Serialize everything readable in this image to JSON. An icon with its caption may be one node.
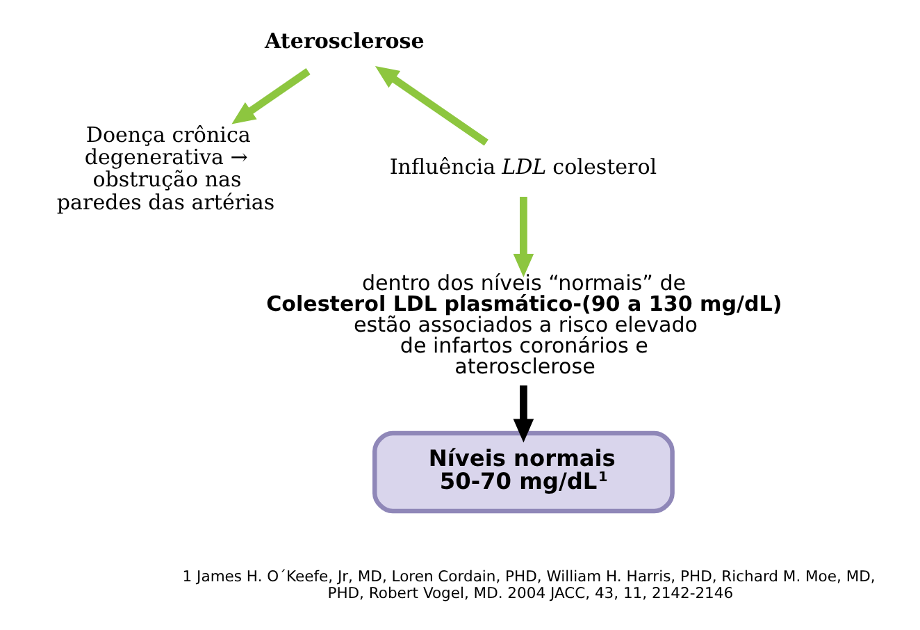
{
  "diagram": {
    "nodes": [
      {
        "text": [
          "Aterosclerose"
        ]
      },
      {
        "text": [
          "Doença crônica degenerativa → obstrução nas paredes das artérias"
        ]
      },
      {
        "text": [
          "Influência *LDL* colesterol"
        ]
      },
      {
        "text": [
          "dentro dos níveis “normais” de **Colesterol LDL plasmático-(90 a 130 mg/dL)** estão associados a risco elevado de infartos coronários e aterosclerose"
        ]
      },
      {
        "text": [
          "Níveis normais 50-70 mg/dL$^{1}$"
        ]
      }
    ],
    "edges": [
      {
        "from": 0,
        "to": 1,
        "arrow": "to"
      },
      {
        "from": 2,
        "to": 0,
        "arrow": "to"
      },
      {
        "from": 2,
        "to": 3,
        "arrow": "to"
      },
      {
        "from": 3,
        "to": 4,
        "arrow": "to",
        "color": "#000000"
      }
    ],
    "labels": [
      "1 James H. O´Keefe, Jr, MD, Loren Cordain, PHD, William H. Harris, PHD, Richard M. Moe, MD, PHD, Robert Vogel, MD. 2004 JACC, 43, 11, 2142-2146"
    ]
  }
}
